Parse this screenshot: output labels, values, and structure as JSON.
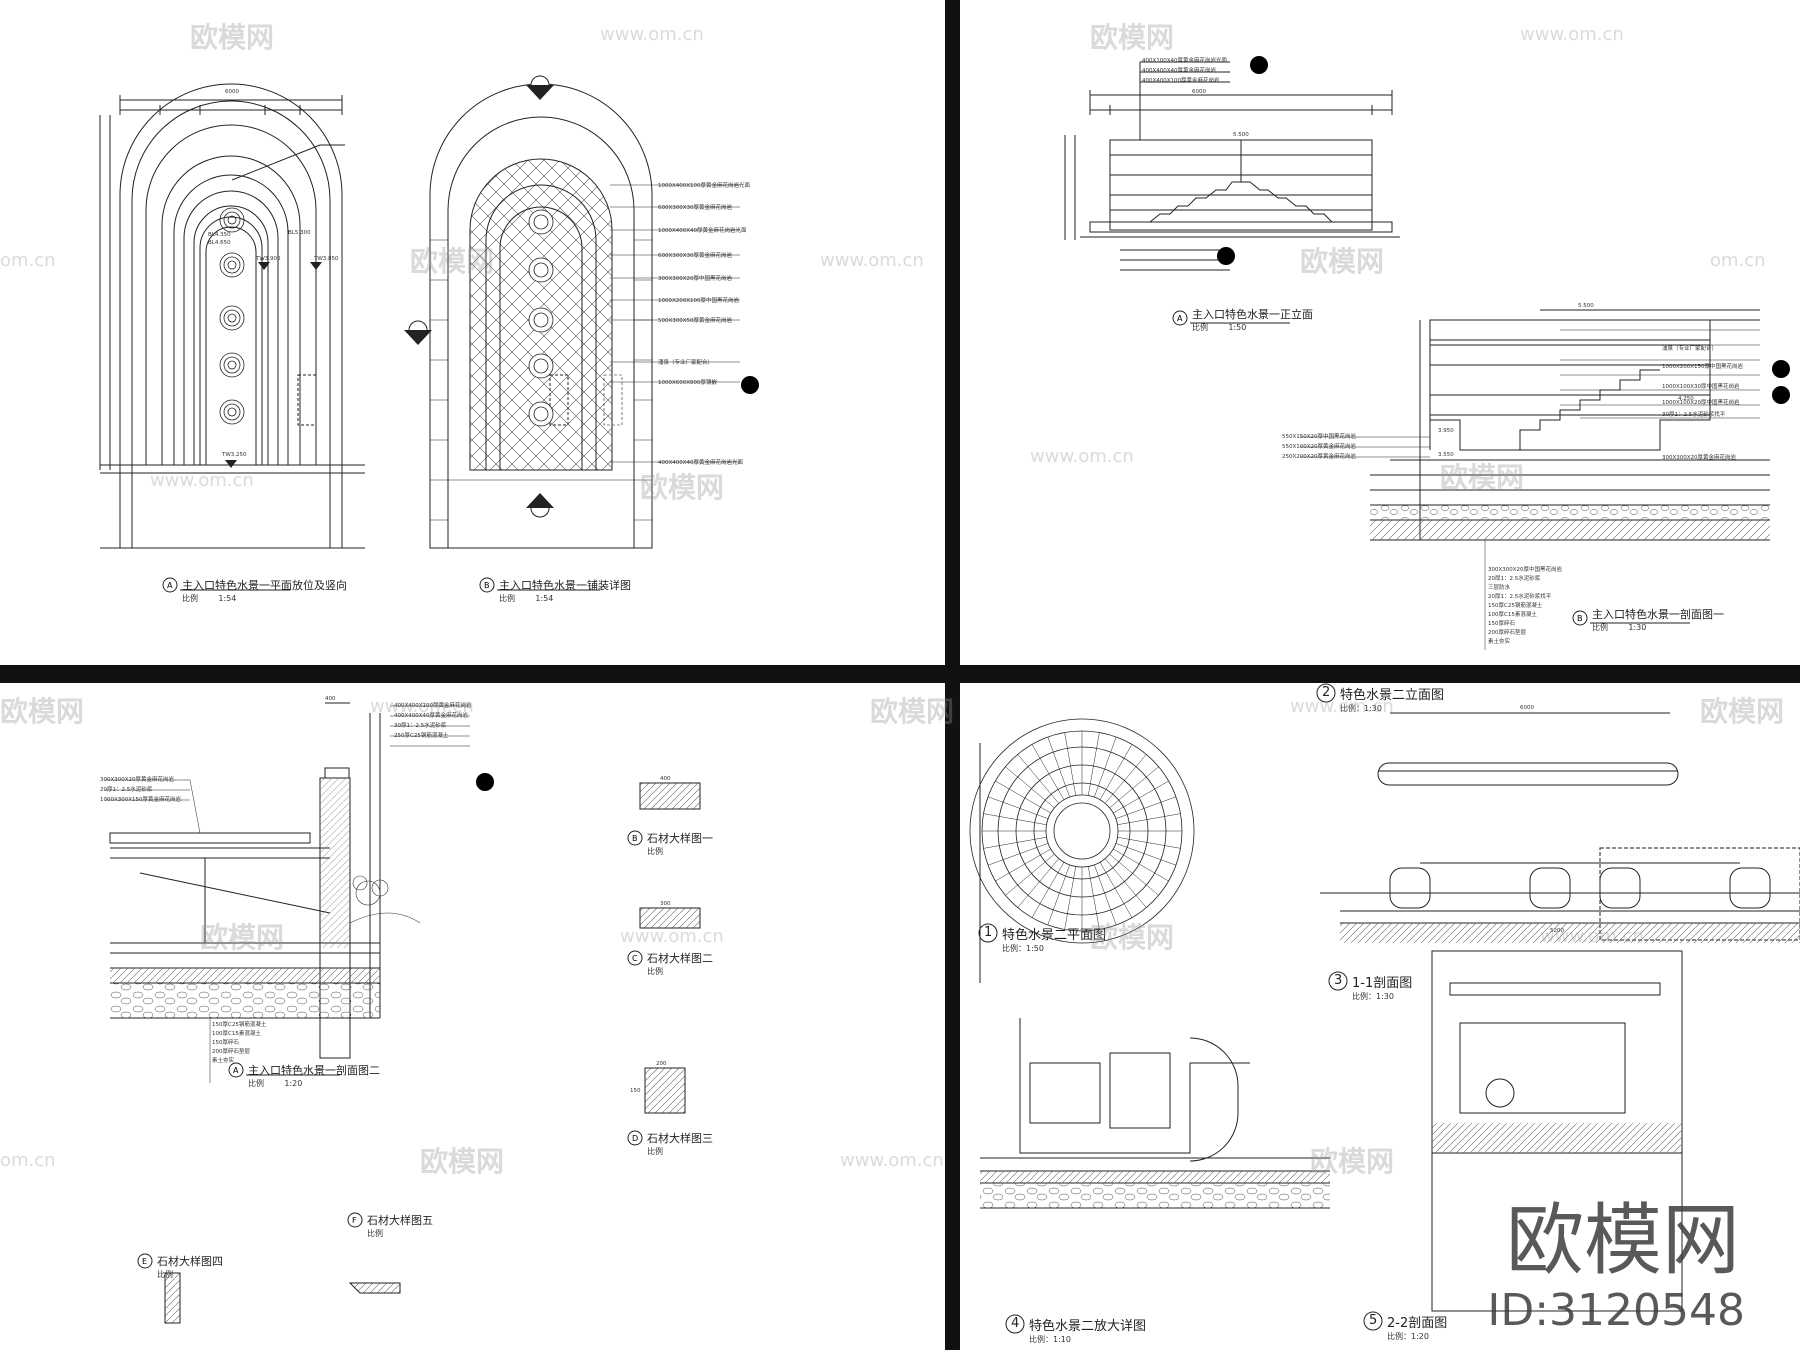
{
  "sheet1": {
    "dim_total": "6000",
    "caption_a": "主入口特色水景一平面放位及竖向",
    "caption_a_sub": "比例",
    "caption_a_scale": "1:54",
    "caption_b": "主入口特色水景一铺装详图",
    "caption_b_sub": "比例",
    "caption_b_scale": "1:54",
    "levels": [
      "BL4.350",
      "BL5.300",
      "BL4.650",
      "TW3.900",
      "TW3.850",
      "TW3.250"
    ],
    "notes_b": [
      "1000X400X100厚黄金麻花岗岩光面",
      "600X300X30厚黄金麻花岗岩",
      "1000X400X40厚黄金麻花岗岩光面",
      "600X300X30厚黄金麻花岗岩",
      "300X300X20厚中国黑花岗岩",
      "1000X200X100厚中国黑花岗岩",
      "500X300X50厚黄金麻花岗岩",
      "涌泉（专业厂家配合）",
      "1000X600X800厚镶嵌",
      "400X400X40厚黄金麻花岗岩光面"
    ]
  },
  "sheet2": {
    "dim_total": "6000",
    "caption_a": "主入口特色水景一正立面",
    "caption_a_sub": "比例",
    "caption_a_scale": "1:50",
    "caption_b": "主入口特色水景一剖面图一",
    "caption_b_sub": "比例",
    "caption_b_scale": "1:30",
    "levels": [
      "5.500",
      "4.250",
      "3.950",
      "3.550"
    ],
    "notes_top": [
      "400X100X40厚黄金麻花岗岩光面",
      "400X400X40厚黄金麻花岗岩",
      "400X400X100厚黄金麻花岗岩"
    ],
    "notes_right": [
      "涌泉（专业厂家配合）",
      "1000X200X150厚中国黑花岗岩",
      "1000X100X30厚中国黑花岗岩",
      "1000X100X20厚中国黑花岗岩",
      "30厚1：2.5水泥砂浆找平",
      "300X300X20厚黄金麻花岗岩"
    ],
    "notes_left": [
      "550X150X20厚中国黑花岗岩",
      "550X100X20厚黄金麻花岗岩",
      "250X200X20厚黄金麻花岗岩"
    ],
    "notes_bottom": [
      "300X300X20厚中国黑花岗岩",
      "20厚1：2.5水泥砂浆",
      "三层防水",
      "20厚1：2.5水泥砂浆找平",
      "150厚C25钢筋混凝土",
      "100厚C15素混凝土",
      "150厚碎石",
      "200厚碎石垫层",
      "素土夯实"
    ]
  },
  "sheet3": {
    "caption_a": "主入口特色水景一剖面图二",
    "caption_a_sub": "比例",
    "caption_a_scale": "1:20",
    "caption_b": "石材大样图一",
    "caption_c": "石材大样图二",
    "caption_d": "石材大样图三",
    "caption_e": "石材大样图四",
    "caption_f": "石材大样图五",
    "scale_common": "比例",
    "dims": [
      "400",
      "300",
      "200",
      "150"
    ],
    "notes": [
      "400X400X100厚黄金麻花岗岩",
      "400X400X40厚黄金麻花岗岩",
      "30厚1：2.5水泥砂浆",
      "250厚C25钢筋混凝土",
      "300X300X20厚黄金麻花岗岩",
      "20厚1：2.5水泥砂浆",
      "1000X300X150厚黄金麻花岗岩",
      "150厚C25钢筋混凝土",
      "100厚C15素混凝土",
      "150厚碎石",
      "200厚碎石垫层",
      "素土夯实"
    ]
  },
  "sheet4": {
    "caption_1": "特色水景二平面图",
    "caption_1_scale": "比例：1:50",
    "caption_2": "特色水景二立面图",
    "caption_2_scale": "比例：1:30",
    "caption_3": "1-1剖面图",
    "caption_3_scale": "比例：1:30",
    "caption_4": "特色水景二放大详图",
    "caption_4_scale": "比例：1:10",
    "caption_5": "2-2剖面图",
    "caption_5_scale": "比例：1:20",
    "num_1": "1",
    "num_2": "2",
    "num_3": "3",
    "num_4": "4",
    "num_5": "5",
    "dims": [
      "6000",
      "5200"
    ]
  },
  "watermarks": {
    "brand": "欧模网",
    "site": "www.om.cn",
    "site_short": "om.cn",
    "id": "ID:3120548"
  }
}
